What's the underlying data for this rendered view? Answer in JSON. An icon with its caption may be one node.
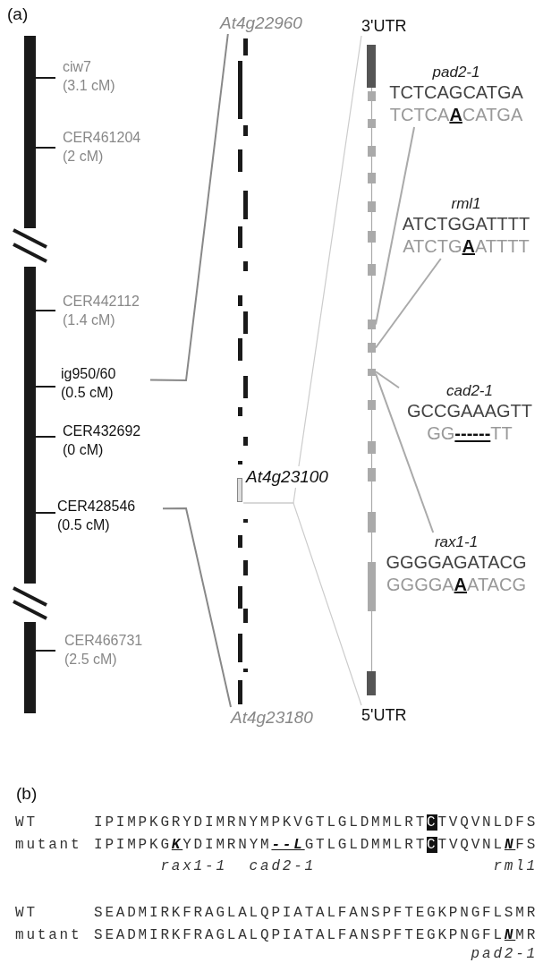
{
  "diagram": {
    "nodes": [
      {
        "text": [
          "At4g22960"
        ]
      },
      {
        "text": [
          "3'UTR"
        ]
      },
      {
        "text": [
          "pad2-1",
          "TCTCAGCATGA",
          "TCTCA**A**CATGA"
        ]
      },
      {
        "text": [],
        "shape": "bar"
      },
      {
        "text": [],
        "shape": "bar"
      },
      {
        "text": [
          "rml1",
          "ATCTGGATTTT",
          "ATCTG**A**ATTTT"
        ]
      },
      {
        "text": [],
        "shape": "bar"
      },
      {
        "text": [
          "ig950/60 (0.5 cM)"
        ]
      },
      {
        "text": [
          "cad2-1",
          "GCCGAAAGTT",
          "GG**------**TT"
        ]
      },
      {
        "text": [
          "At4g23100"
        ]
      },
      {
        "text": [
          "CER428546 (0.5 cM)"
        ]
      },
      {
        "text": [
          "rax1-1",
          "GGGGAGATACG",
          "GGGGA**A**ATACG"
        ]
      },
      {
        "text": [
          "At4g23180"
        ]
      },
      {
        "text": [
          "5'UTR"
        ]
      }
    ],
    "edges": [
      {
        "from": 7,
        "to": 0,
        "arrow": "none",
        "color": "#888888"
      },
      {
        "from": 10,
        "to": 12,
        "arrow": "none",
        "color": "#888888"
      },
      {
        "from": 9,
        "to": 1,
        "arrow": "none",
        "color": "#cccccc"
      },
      {
        "from": 9,
        "to": 13,
        "arrow": "none",
        "color": "#cccccc"
      },
      {
        "from": 2,
        "to": 3,
        "arrow": "none"
      },
      {
        "from": 5,
        "to": 4,
        "arrow": "none"
      },
      {
        "from": 8,
        "to": 6,
        "arrow": "none"
      },
      {
        "from": 11,
        "to": 6,
        "arrow": "none"
      }
    ],
    "labels": [
      "(a)",
      "ciw7 (3.1 cM)",
      "CER461204 (2 cM)",
      "CER442112 (1.4 cM)",
      "CER432692 (0 cM)",
      "CER466731 (2.5 cM)",
      "(b)",
      "WT",
      "IPIMPKGRYDIMRNYMPKVGTLGLDMMLRTCTVQVNLDFS",
      "mutant",
      "IPIMPKG**K**YDIMRNYM**--L**GTLGLDMMLRTCTVQVNL**N**FS",
      "rax1-1",
      "cad2-1",
      "rml1",
      "WT",
      "SEADMIRKFRAGLALQPIATALFANSPFTEGKPNGFLSMR",
      "mutant",
      "SEADMIRKFRAGLALQPIATALFANSPFTEGKPNGFL**N**MR",
      "pad2-1"
    ]
  }
}
